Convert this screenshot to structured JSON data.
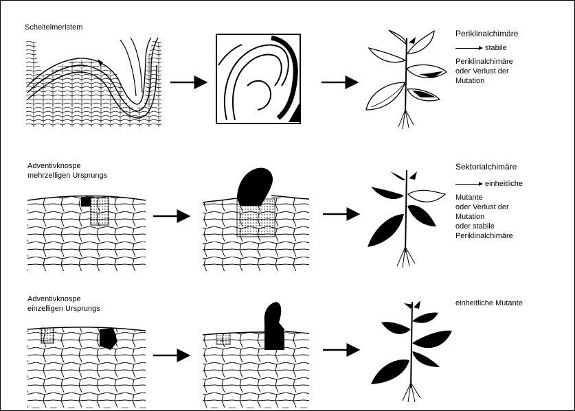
{
  "rows": [
    {
      "source_label": "Scheitelmeristem",
      "result_title": "Periklinalchimäre",
      "result_lines": [
        "stabile",
        "Periklinalchimäre",
        "oder Verlust der",
        "Mutation"
      ]
    },
    {
      "source_label_lines": [
        "Adventivknospe",
        "mehrzelligen Ursprungs"
      ],
      "result_title": "Sektorialchimäre",
      "result_lines": [
        "einheitliche",
        "Mutante",
        "oder Verlust der",
        "Mutation",
        "oder stabile",
        "Periklinalchimäre"
      ]
    },
    {
      "source_label_lines": [
        "Adventivknospe",
        "einzelligen Ursprungs"
      ],
      "result_title": "einheitliche Mutante"
    }
  ]
}
